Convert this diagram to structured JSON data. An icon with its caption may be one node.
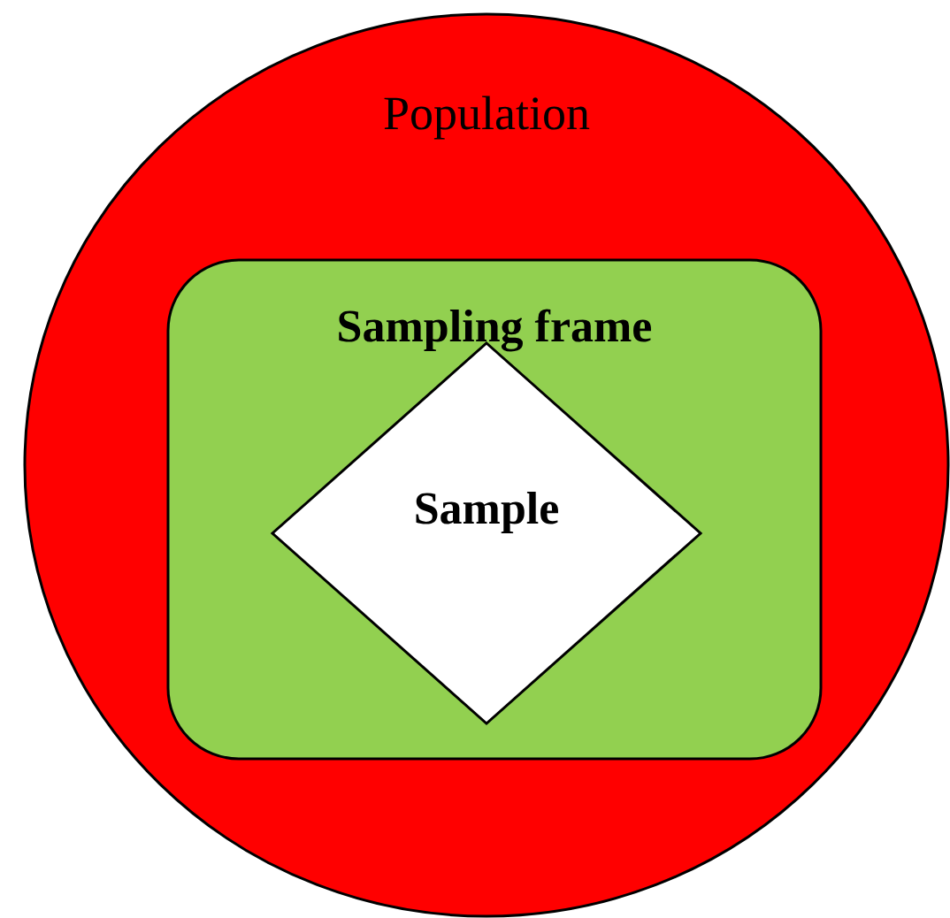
{
  "diagram": {
    "nodes": [
      {
        "text": [
          "Population"
        ]
      },
      {
        "text": [
          "Sampling frame"
        ],
        "in": 0
      },
      {
        "text": [
          "Sample"
        ],
        "in": 1
      }
    ]
  }
}
